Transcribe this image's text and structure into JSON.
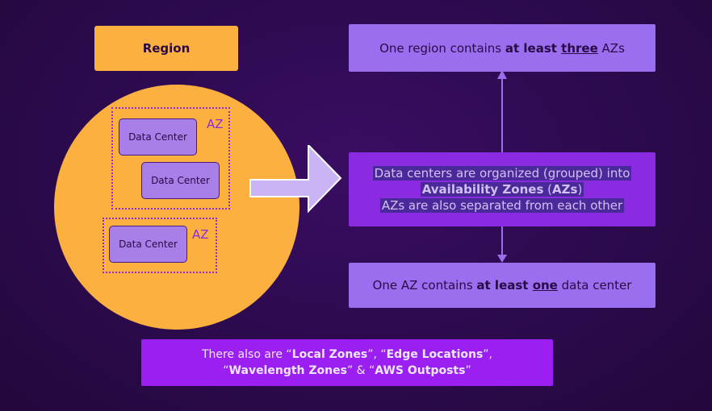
{
  "region": {
    "label": "Region"
  },
  "az_label": "AZ",
  "data_center_label": "Data Center",
  "top": {
    "prefix": "One region contains ",
    "bold1": "at least ",
    "bold_u": "three",
    "suffix": " AZs"
  },
  "middle": {
    "line1": "Data centers are organized (grouped) into",
    "line2_bold": "Availability Zones",
    "line2_open": " (",
    "line2_bold2": "AZs",
    "line2_close": ")",
    "line3": "AZs are also separated from each other"
  },
  "bottom": {
    "prefix": "One AZ contains ",
    "bold1": "at least ",
    "bold_u": "one",
    "suffix": " data center"
  },
  "footer": {
    "p1": "There also are “",
    "b1": "Local Zones",
    "p2": "”, “",
    "b2": "Edge Locations",
    "p3": "”,",
    "p4": "“",
    "b3": "Wavelength Zones",
    "p5": "” & “",
    "b4": "AWS Outposts",
    "p6": "”"
  },
  "colors": {
    "orange": "#fbb040",
    "purple_light": "#9b6ef0",
    "purple_dark": "#8a2be2",
    "background": "#2c0a4d"
  }
}
